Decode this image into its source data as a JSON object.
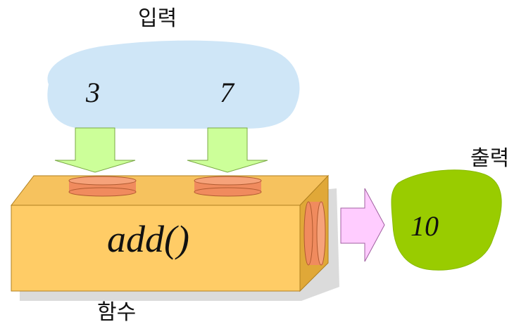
{
  "labels": {
    "input": "입력",
    "output": "출력",
    "function": "함수"
  },
  "inputs": [
    "3",
    "7"
  ],
  "function_call": "add()",
  "result": "10",
  "colors": {
    "input_cloud": "#cfe6f7",
    "down_arrows": "#ccff99",
    "box_face": "#ffcc66",
    "box_top": "#f6c25e",
    "box_side": "#e0a838",
    "ports": "#f08b5e",
    "right_arrow": "#ffccff",
    "output_blob": "#99cc00",
    "shadow": "#c8c8c8"
  }
}
